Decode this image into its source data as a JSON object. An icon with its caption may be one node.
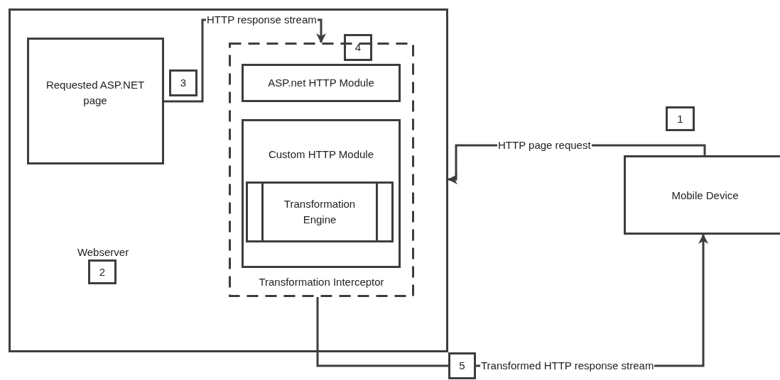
{
  "diagram": {
    "nodes": [
      {
        "text": [
          "Webserver"
        ]
      },
      {
        "text": [
          "Requested ASP.NET page"
        ],
        "in": 0
      },
      {
        "text": [
          "3"
        ],
        "in": 0
      },
      {
        "text": [
          "Transformation Interceptor"
        ],
        "in": 0
      },
      {
        "text": [
          "4"
        ],
        "in": 0
      },
      {
        "text": [
          "ASP.net HTTP Module"
        ],
        "in": 3
      },
      {
        "text": [
          "Custom HTTP Module"
        ],
        "in": 3
      },
      {
        "text": [
          "Transformation Engine"
        ],
        "in": 6
      },
      {
        "text": [
          "2"
        ],
        "in": 0
      },
      {
        "text": [
          "1"
        ]
      },
      {
        "text": [
          "Mobile Device"
        ]
      },
      {
        "text": [
          "5"
        ]
      }
    ],
    "edges": [
      {
        "from": 1,
        "to": 3,
        "arrow": "to",
        "label": "HTTP response stream"
      },
      {
        "from": 10,
        "to": 0,
        "arrow": "to",
        "label": "HTTP page request"
      },
      {
        "from": 3,
        "to": 11,
        "arrow": "none"
      },
      {
        "from": 11,
        "to": 10,
        "arrow": "to",
        "label": "Transformed HTTP response stream"
      }
    ]
  }
}
